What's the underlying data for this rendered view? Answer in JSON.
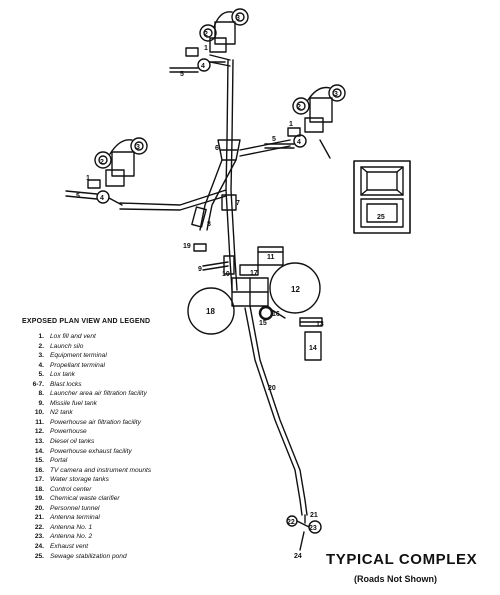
{
  "figure": {
    "title": "TYPICAL COMPLEX",
    "subtitle": "(Roads Not Shown)"
  },
  "legend": {
    "title": "EXPOSED PLAN VIEW AND LEGEND",
    "items": [
      {
        "num": "1.",
        "label": "Lox fill and vent"
      },
      {
        "num": "2.",
        "label": "Launch silo"
      },
      {
        "num": "3.",
        "label": "Equipment terminal"
      },
      {
        "num": "4.",
        "label": "Propellant terminal"
      },
      {
        "num": "5.",
        "label": "Lox tank"
      },
      {
        "num": "6-7.",
        "label": "Blast locks"
      },
      {
        "num": "8.",
        "label": "Launcher area air filtration facility"
      },
      {
        "num": "9.",
        "label": "Missile fuel tank"
      },
      {
        "num": "10.",
        "label": "N2 tank"
      },
      {
        "num": "11.",
        "label": "Powerhouse air filtration facility"
      },
      {
        "num": "12.",
        "label": "Powerhouse"
      },
      {
        "num": "13.",
        "label": "Diesel oil tanks"
      },
      {
        "num": "14.",
        "label": "Powerhouse exhaust facility"
      },
      {
        "num": "15.",
        "label": "Portal"
      },
      {
        "num": "16.",
        "label": "TV camera and instrument mounts"
      },
      {
        "num": "17.",
        "label": "Water storage tanks"
      },
      {
        "num": "18.",
        "label": "Control center"
      },
      {
        "num": "19.",
        "label": "Chemical waste clarifier"
      },
      {
        "num": "20.",
        "label": "Personnel tunnel"
      },
      {
        "num": "21.",
        "label": "Antenna terminal"
      },
      {
        "num": "22.",
        "label": "Antenna No. 1"
      },
      {
        "num": "23.",
        "label": "Antenna No. 2"
      },
      {
        "num": "24.",
        "label": "Exhaust vent"
      },
      {
        "num": "25.",
        "label": "Sewage stabilization pond"
      }
    ]
  },
  "callouts": {
    "n1": "1",
    "n2": "2",
    "n3": "3",
    "n4": "4",
    "n5": "5",
    "n6": "6",
    "n7": "7",
    "n8": "8",
    "n9": "9",
    "n10": "10",
    "n11": "11",
    "n12": "12",
    "n13": "13",
    "n14": "14",
    "n15": "15",
    "n16": "16",
    "n17": "17",
    "n18": "18",
    "n19": "19",
    "n20": "20",
    "n21": "21",
    "n22": "22",
    "n23": "23",
    "n24": "24",
    "n25": "25"
  }
}
